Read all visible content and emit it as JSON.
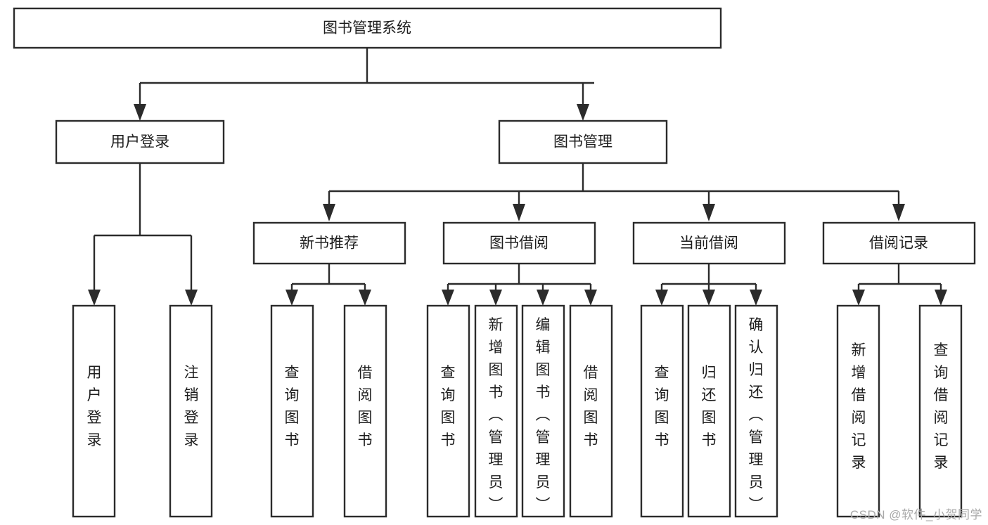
{
  "diagram": {
    "title": "图书管理系统",
    "type": "tree-hierarchy-chart",
    "orientation": "top-down",
    "colors": {
      "stroke": "#2b2b2b",
      "fill": "#ffffff",
      "text": "#1d1d1d",
      "watermark": "#a9a9a9"
    },
    "root": {
      "label": "图书管理系统"
    },
    "level2": [
      {
        "id": "user-login",
        "label": "用户登录"
      },
      {
        "id": "book-management",
        "label": "图书管理"
      }
    ],
    "level3": [
      {
        "id": "new-book-recommend",
        "label": "新书推荐",
        "parent": "book-management"
      },
      {
        "id": "book-borrow",
        "label": "图书借阅",
        "parent": "book-management"
      },
      {
        "id": "current-borrow",
        "label": "当前借阅",
        "parent": "book-management"
      },
      {
        "id": "borrow-record",
        "label": "借阅记录",
        "parent": "book-management"
      }
    ],
    "leaves": [
      {
        "id": "leaf-user-login",
        "label": "用户登录",
        "parent": "user-login"
      },
      {
        "id": "leaf-logout-login",
        "label": "注销登录",
        "parent": "user-login"
      },
      {
        "id": "leaf-query-book-1",
        "label": "查询图书",
        "parent": "new-book-recommend"
      },
      {
        "id": "leaf-borrow-book-1",
        "label": "借阅图书",
        "parent": "new-book-recommend"
      },
      {
        "id": "leaf-query-book-2",
        "label": "查询图书",
        "parent": "book-borrow"
      },
      {
        "id": "leaf-add-book",
        "label": "新增图书（管理员）",
        "parent": "book-borrow"
      },
      {
        "id": "leaf-edit-book",
        "label": "编辑图书（管理员）",
        "parent": "book-borrow"
      },
      {
        "id": "leaf-borrow-book-2",
        "label": "借阅图书",
        "parent": "book-borrow"
      },
      {
        "id": "leaf-query-book-3",
        "label": "查询图书",
        "parent": "current-borrow"
      },
      {
        "id": "leaf-return-book",
        "label": "归还图书",
        "parent": "current-borrow"
      },
      {
        "id": "leaf-confirm-return",
        "label": "确认归还（管理员）",
        "parent": "current-borrow"
      },
      {
        "id": "leaf-add-record",
        "label": "新增借阅记录",
        "parent": "borrow-record"
      },
      {
        "id": "leaf-query-record",
        "label": "查询借阅记录",
        "parent": "borrow-record"
      }
    ]
  },
  "watermark": {
    "text": "CSDN @软件_小贺同学"
  }
}
